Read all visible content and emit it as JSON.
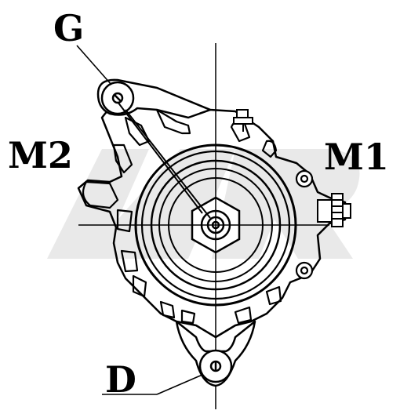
{
  "labels": {
    "g": "G",
    "m1": "M1",
    "m2": "M2",
    "d": "D"
  },
  "colors": {
    "line": "#000000",
    "watermark": "#e9e9e9",
    "background": "#ffffff"
  }
}
